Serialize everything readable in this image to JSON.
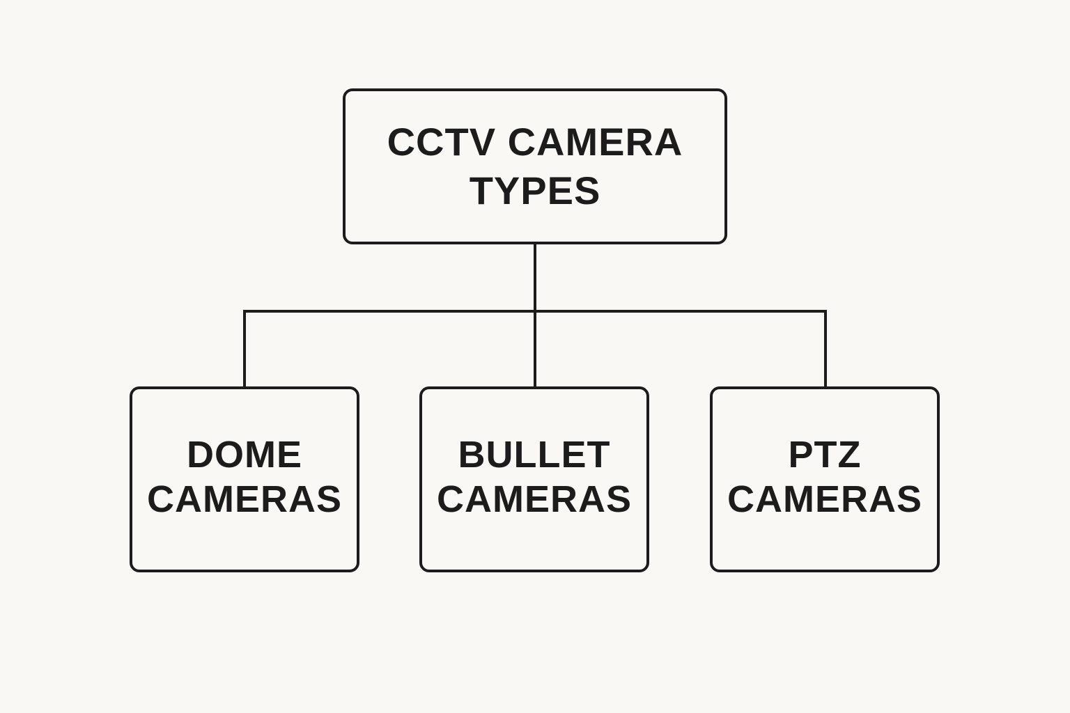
{
  "root": {
    "line1": "CCTV CAMERA",
    "line2": "TYPES"
  },
  "children": [
    {
      "line1": "DOME",
      "line2": "CAMERAS"
    },
    {
      "line1": "BULLET",
      "line2": "CAMERAS"
    },
    {
      "line1": "PTZ",
      "line2": "CAMERAS"
    }
  ],
  "colors": {
    "background": "#faf8f5",
    "stroke": "#1c1c1c",
    "text": "#1c1c1c"
  }
}
